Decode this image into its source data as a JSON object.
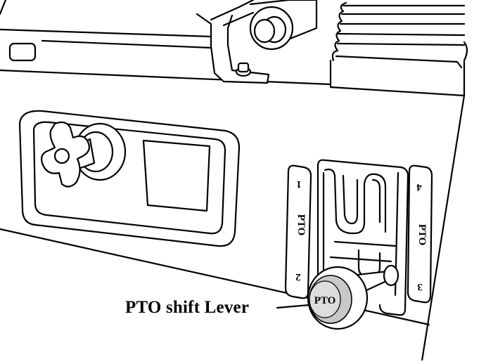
{
  "callout": {
    "label": "PTO shift Lever"
  },
  "lever": {
    "knob_label": "PTO"
  },
  "gate_plate_left": {
    "label": "PTO",
    "positions": [
      "1",
      "2"
    ]
  },
  "gate_plate_right": {
    "label": "PTO",
    "positions": [
      "3",
      "4"
    ]
  },
  "colors": {
    "line": "#000000",
    "background": "#ffffff",
    "knob_fill": "#c8c8c8"
  }
}
